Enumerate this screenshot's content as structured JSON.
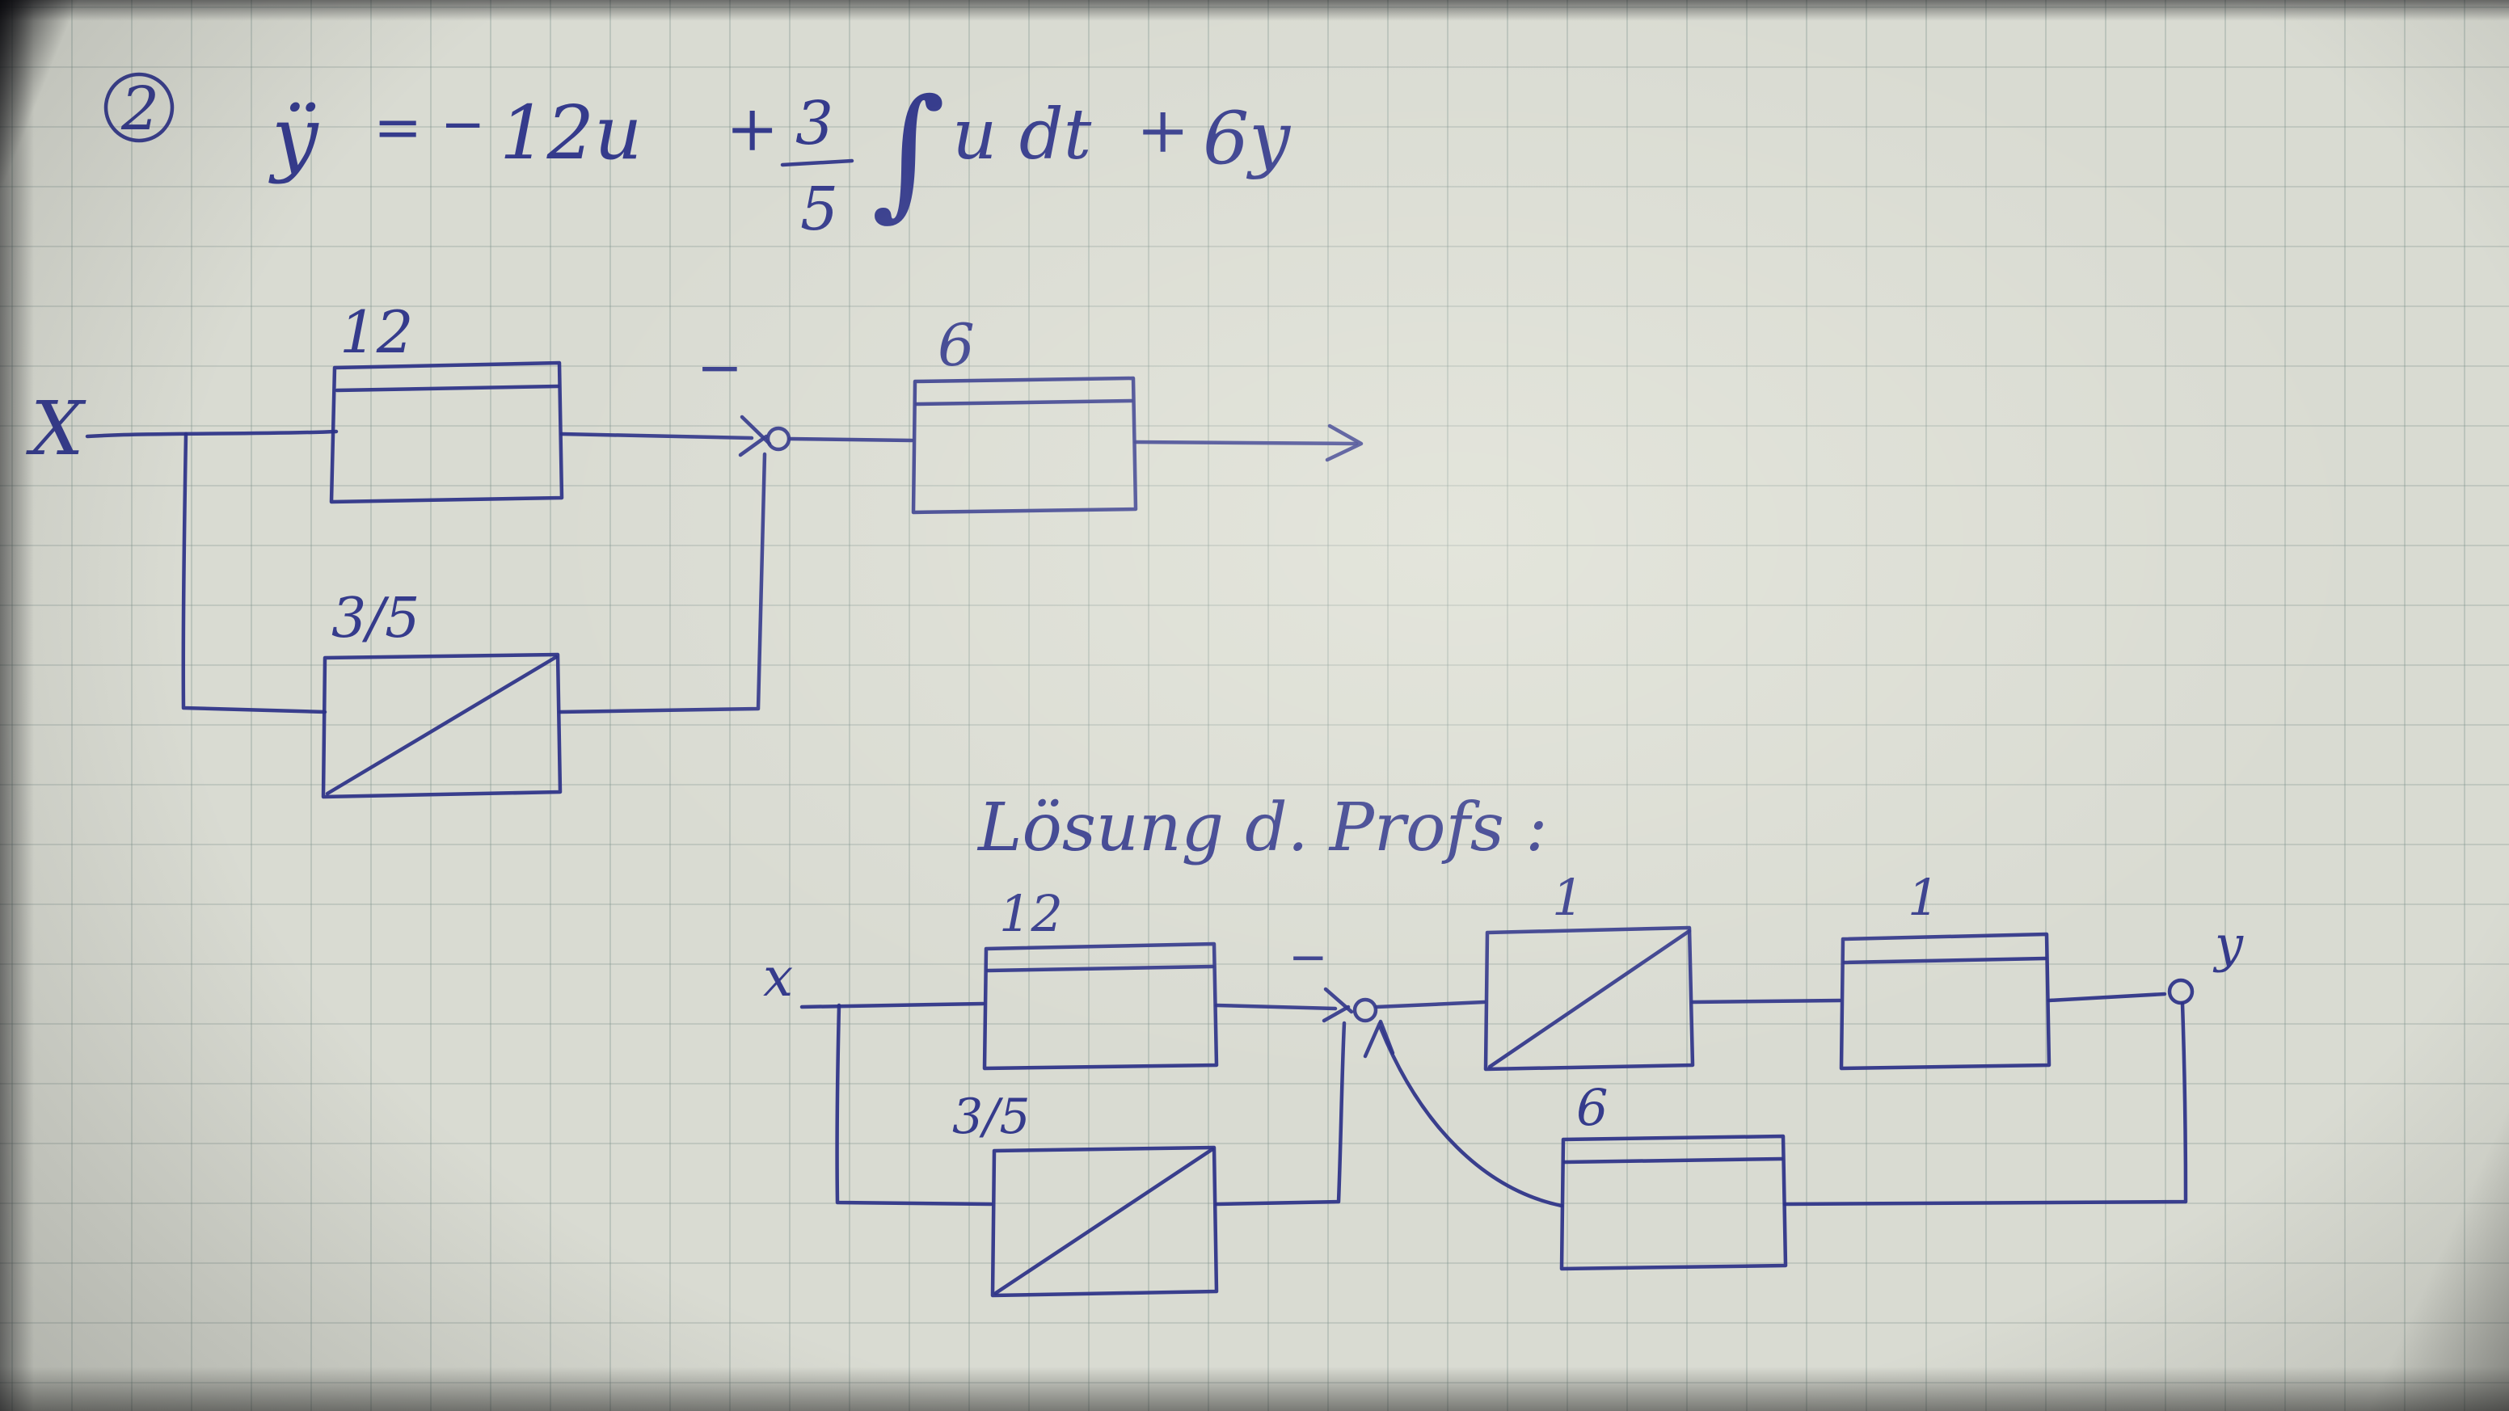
{
  "colors": {
    "ink": "#2b3187",
    "paper": "#d9dbd2",
    "grid": "#7a8e88"
  },
  "exercise_number": "2",
  "equation": {
    "lhs": "ÿ",
    "equals": "=",
    "minus": "−",
    "coef_term": "12u",
    "plus_1": "+",
    "fraction": {
      "numerator": "3",
      "denominator": "5"
    },
    "integral_sign": "∫",
    "integrand": "u dt",
    "plus_2": "+",
    "feedback_term": "6y"
  },
  "diagram_initial": {
    "input_label": "X",
    "gain_block_top": "12",
    "integrator_block_label": "3/5",
    "gain_block_out": "6",
    "sum_minus": "−"
  },
  "solution_heading": "Lösung d. Profs :",
  "diagram_profs": {
    "input_label": "x",
    "output_label": "y",
    "gain_block_top": "12",
    "integrator_block_label": "3/5",
    "integrator_1": "1",
    "integrator_2": "1",
    "feedback_gain": "6",
    "sum_minus": "−"
  }
}
